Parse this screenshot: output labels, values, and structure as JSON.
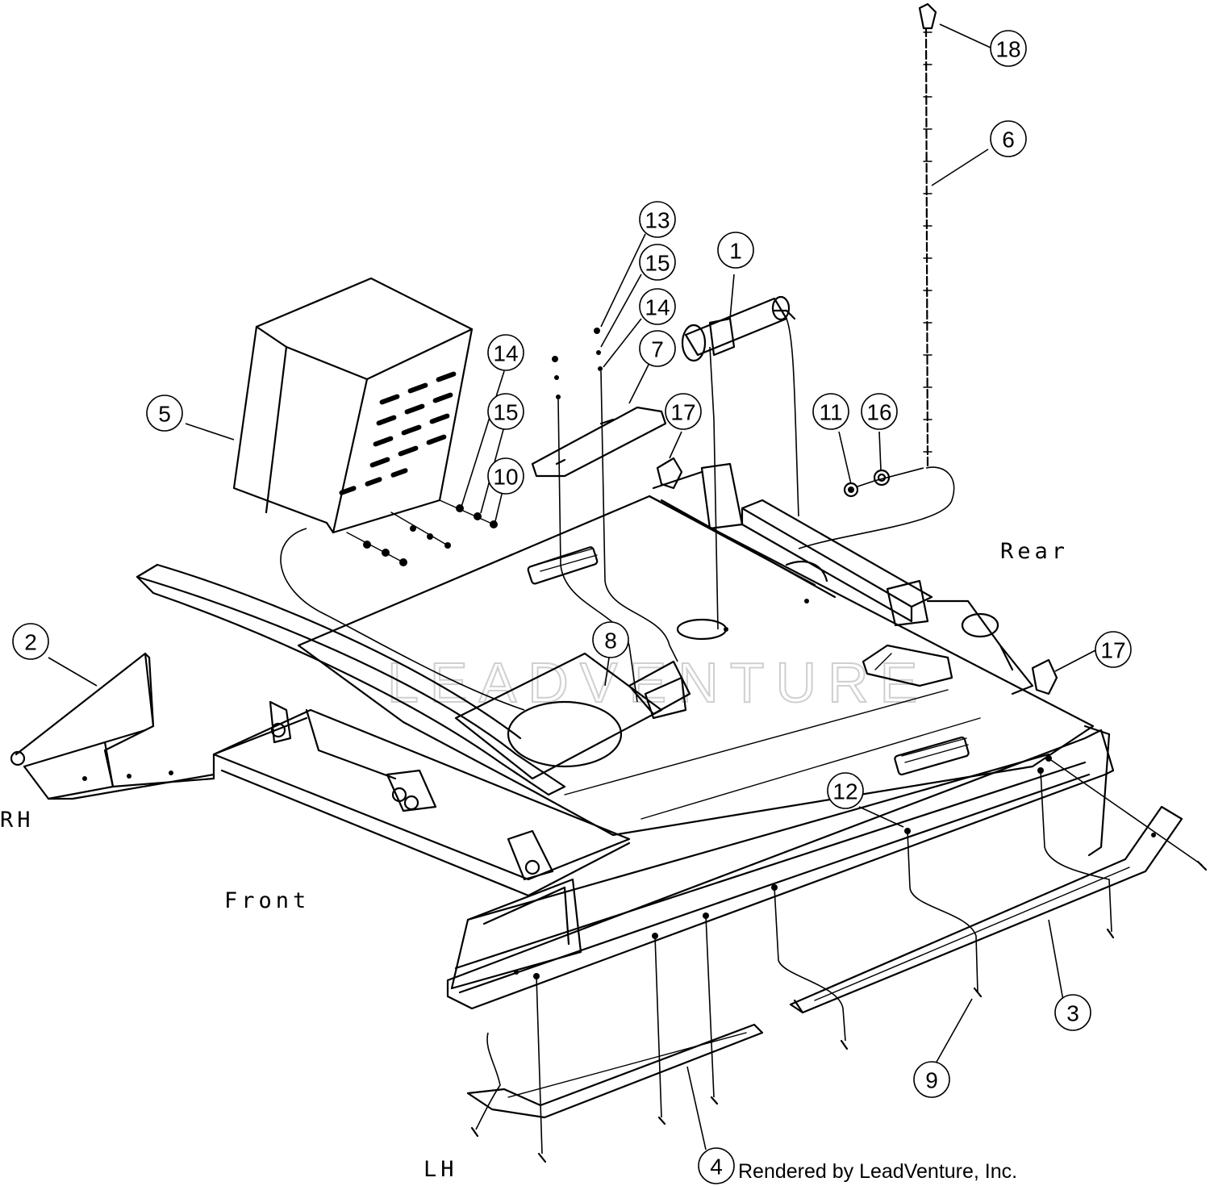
{
  "orientation_labels": {
    "rh": "RH",
    "lh": "LH",
    "front": "Front",
    "rear": "Rear"
  },
  "watermark_text": "LEADVENTURE",
  "credit_text": "Rendered by LeadVenture, Inc.",
  "callouts": [
    {
      "id": "18",
      "label": "18"
    },
    {
      "id": "6",
      "label": "6"
    },
    {
      "id": "13",
      "label": "13"
    },
    {
      "id": "15a",
      "label": "15"
    },
    {
      "id": "14a",
      "label": "14"
    },
    {
      "id": "1",
      "label": "1"
    },
    {
      "id": "7",
      "label": "7"
    },
    {
      "id": "14b",
      "label": "14"
    },
    {
      "id": "15b",
      "label": "15"
    },
    {
      "id": "10",
      "label": "10"
    },
    {
      "id": "5",
      "label": "5"
    },
    {
      "id": "17a",
      "label": "17"
    },
    {
      "id": "11",
      "label": "11"
    },
    {
      "id": "16",
      "label": "16"
    },
    {
      "id": "2",
      "label": "2"
    },
    {
      "id": "8",
      "label": "8"
    },
    {
      "id": "17b",
      "label": "17"
    },
    {
      "id": "12",
      "label": "12"
    },
    {
      "id": "3",
      "label": "3"
    },
    {
      "id": "9",
      "label": "9"
    },
    {
      "id": "4",
      "label": "4"
    }
  ]
}
